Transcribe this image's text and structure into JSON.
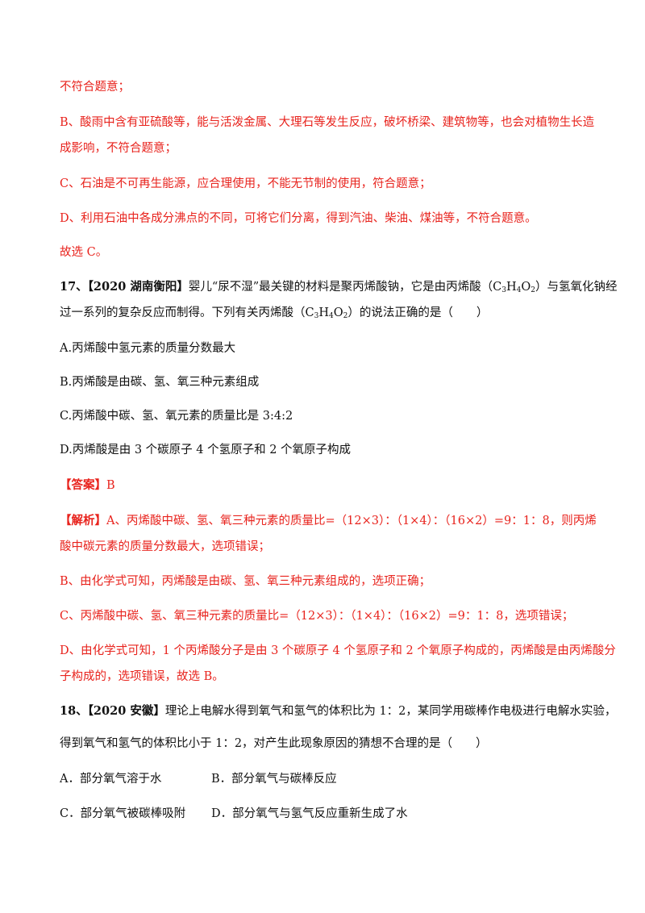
{
  "prev_analysis": {
    "line_a_tail": "不符合题意；",
    "line_b1": "B、酸雨中含有亚硫酸等，能与活泼金属、大理石等发生反应，破坏桥梁、建筑物等，也会对植物生长造",
    "line_b2": "成影响，不符合题意；",
    "line_c": "C、石油是不可再生能源，应合理使用，不能无节制的使用，符合题意；",
    "line_d": "D、利用石油中各成分沸点的不同，可将它们分离，得到汽油、柴油、煤油等，不符合题意。",
    "conclusion": "故选 C。"
  },
  "q17": {
    "number": "17、",
    "source": "【2020 湖南衡阳】",
    "stem1_a": "婴儿“尿不湿”最关键的材料是聚丙烯酸钠，它是由丙烯酸（C",
    "f1_c": "3",
    "f1_h": "H",
    "f1_hn": "4",
    "f1_o": "O",
    "f1_on": "2",
    "stem1_b": "）与氢氧化钠经",
    "stem2_a": "过一系列的复杂反应而制得。下列有关丙烯酸（C",
    "f2_c": "3",
    "f2_h": "H",
    "f2_hn": "4",
    "f2_o": "O",
    "f2_on": "2",
    "stem2_b": "）的说法正确的是（　　）",
    "options": [
      "A.丙烯酸中氢元素的质量分数最大",
      "B.丙烯酸是由碳、氢、氧三种元素组成",
      "C.丙烯酸中碳、氢、氧元素的质量比是 3:4:2",
      "D.丙烯酸是由 3 个碳原子 4 个氢原子和 2 个氧原子构成"
    ],
    "answer_label": "【答案】",
    "answer_value": "B",
    "analysis_label": "【解析】",
    "analysis_a1": "A、丙烯酸中碳、氢、氧三种元素的质量比=（12×3）：（1×4）：（16×2）=9：1：8，则丙烯",
    "analysis_a2": "酸中碳元素的质量分数最大，选项错误；",
    "analysis_b": "B、由化学式可知，丙烯酸是由碳、氢、氧三种元素组成的，选项正确；",
    "analysis_c": "C、丙烯酸中碳、氢、氧三种元素的质量比=（12×3）：（1×4）：（16×2）=9：1：8，选项错误；",
    "analysis_d1": "D、由化学式可知，1 个丙烯酸分子是由 3 个碳原子 4 个氢原子和 2 个氧原子构成的，丙烯酸是由丙烯酸分",
    "analysis_d2": "子构成的，选项错误，故选 B。"
  },
  "q18": {
    "number": "18、",
    "source": "【2020 安徽】",
    "stem1": "理论上电解水得到氧气和氢气的体积比为 1：2，某同学用碳棒作电极进行电解水实验，",
    "stem2": "得到氧气和氢气的体积比小于 1：2，对产生此现象原因的猜想不合理的是（　　）",
    "options": [
      "A．部分氧气溶于水",
      "B．部分氧气与碳棒反应",
      "C．部分氧气被碳棒吸附",
      "D．部分氧气与氢气反应重新生成了水"
    ]
  }
}
